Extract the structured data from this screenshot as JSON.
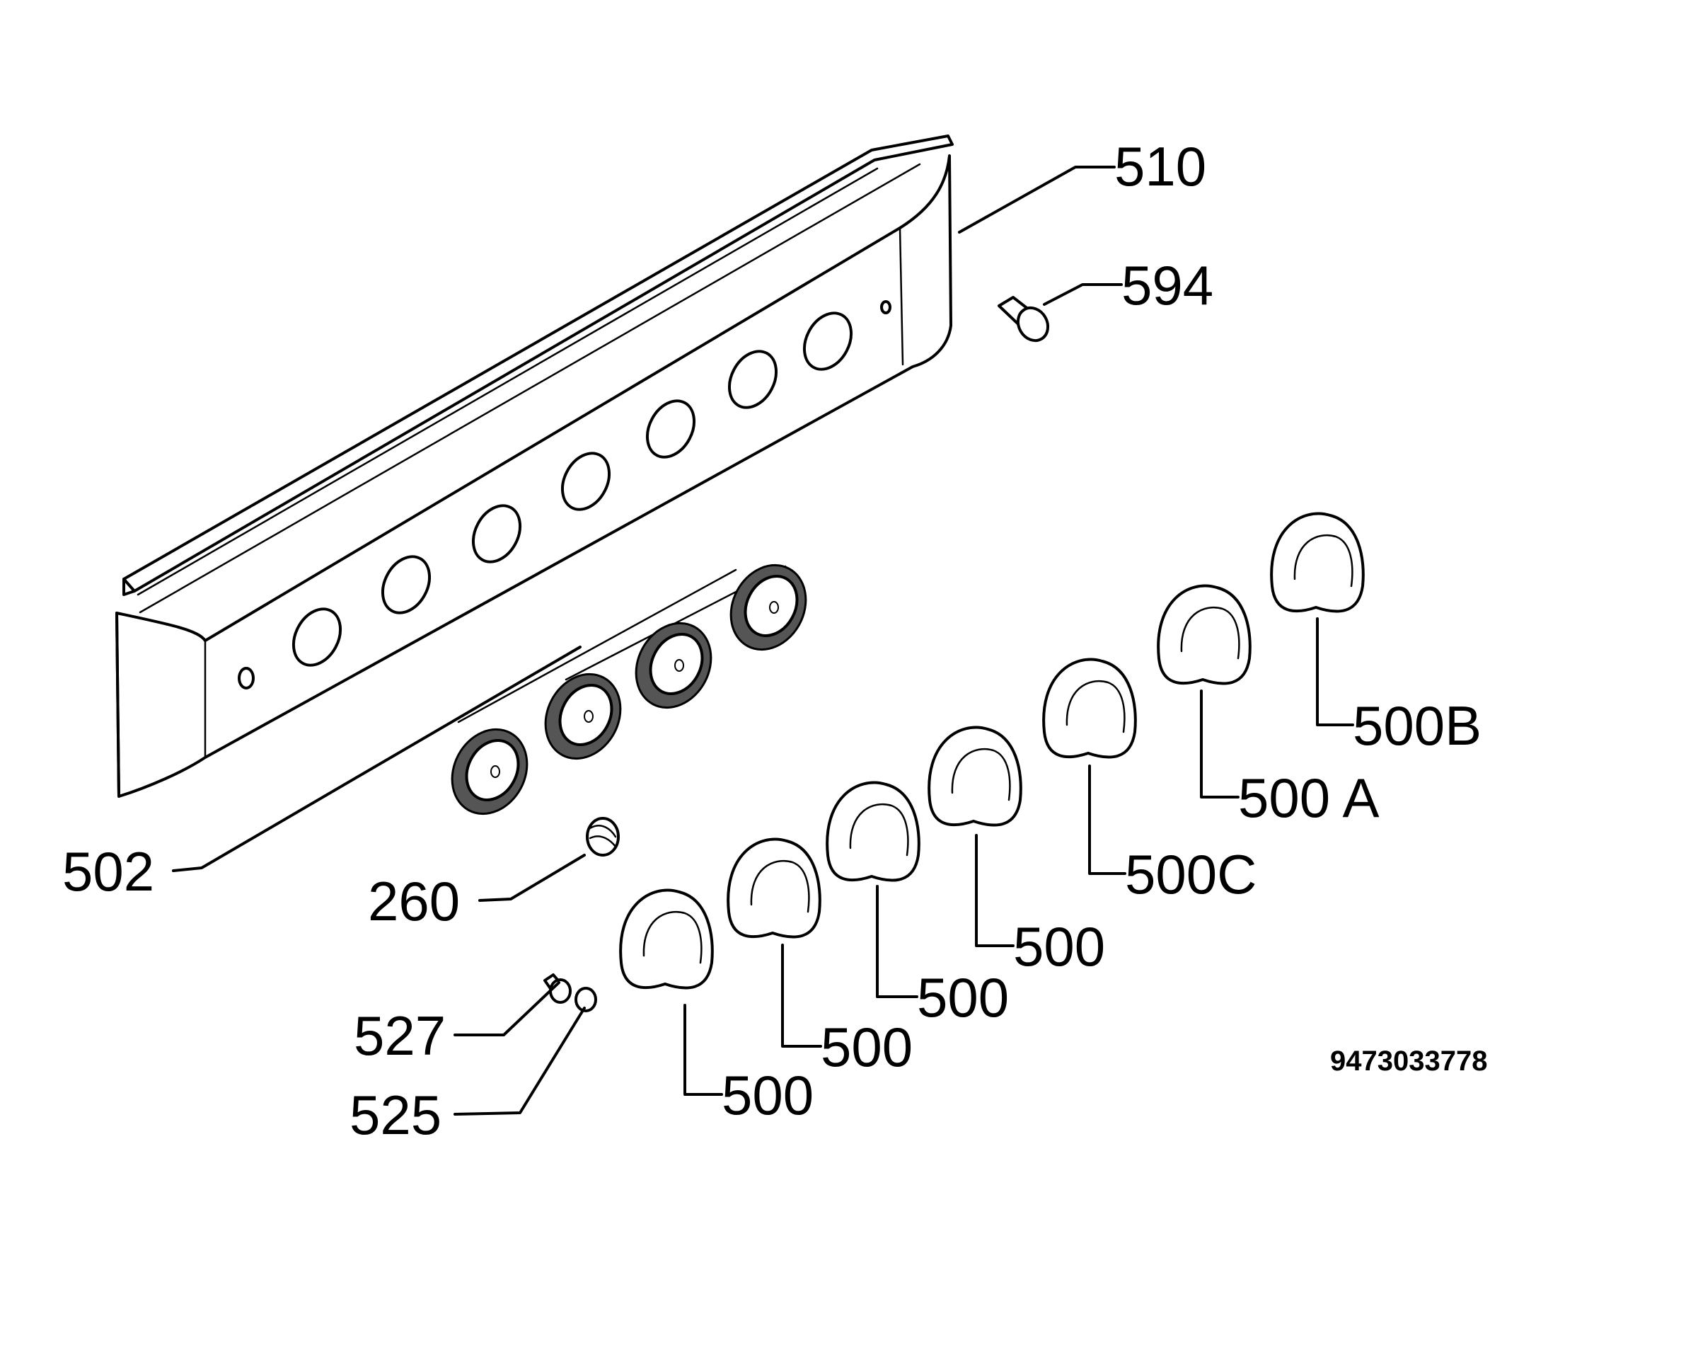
{
  "diagram": {
    "doc_number": "9473033778",
    "labels": {
      "l510": "510",
      "l594": "594",
      "l502": "502",
      "l260": "260",
      "l527": "527",
      "l525": "525",
      "l500_1": "500",
      "l500_2": "500",
      "l500_3": "500",
      "l500_4": "500",
      "l500c": "500C",
      "l500a": "500 A",
      "l500b": "500B"
    }
  }
}
